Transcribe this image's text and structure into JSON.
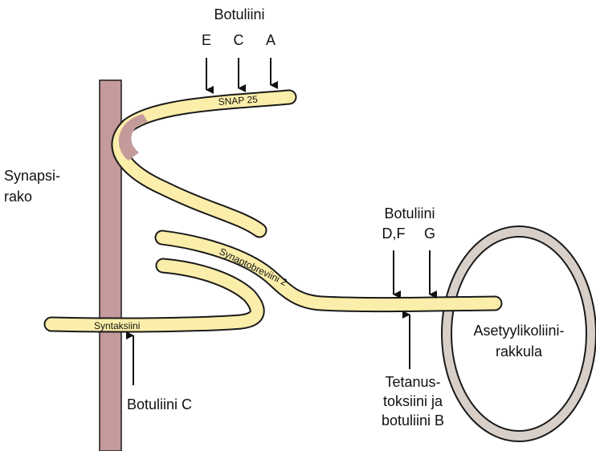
{
  "colors": {
    "membrane": "#c49a9a",
    "protein_fill": "#fbeeaa",
    "outline": "#1a1a1a",
    "vesicle_ring": "#d8d0c8",
    "arrow": "#111111"
  },
  "labels": {
    "synaptic_cleft_line1": "Synapsi-",
    "synaptic_cleft_line2": "rako",
    "botulinum_top": "Botuliini",
    "serotype_e": "E",
    "serotype_c_top": "C",
    "serotype_a": "A",
    "snap25": "SNAP 25",
    "botulinum_mid": "Botuliini",
    "serotype_df": "D,F",
    "serotype_g": "G",
    "synaptobrevin": "Synaptobreviini 2",
    "syntaxin": "Syntaksiini",
    "vesicle_line1": "Asetyylikoliini-",
    "vesicle_line2": "rakkula",
    "tetanus_line1": "Tetanus-",
    "tetanus_line2": "toksiini ja",
    "tetanus_line3": "botuliini B",
    "botulinum_c_bottom": "Botuliini C"
  }
}
